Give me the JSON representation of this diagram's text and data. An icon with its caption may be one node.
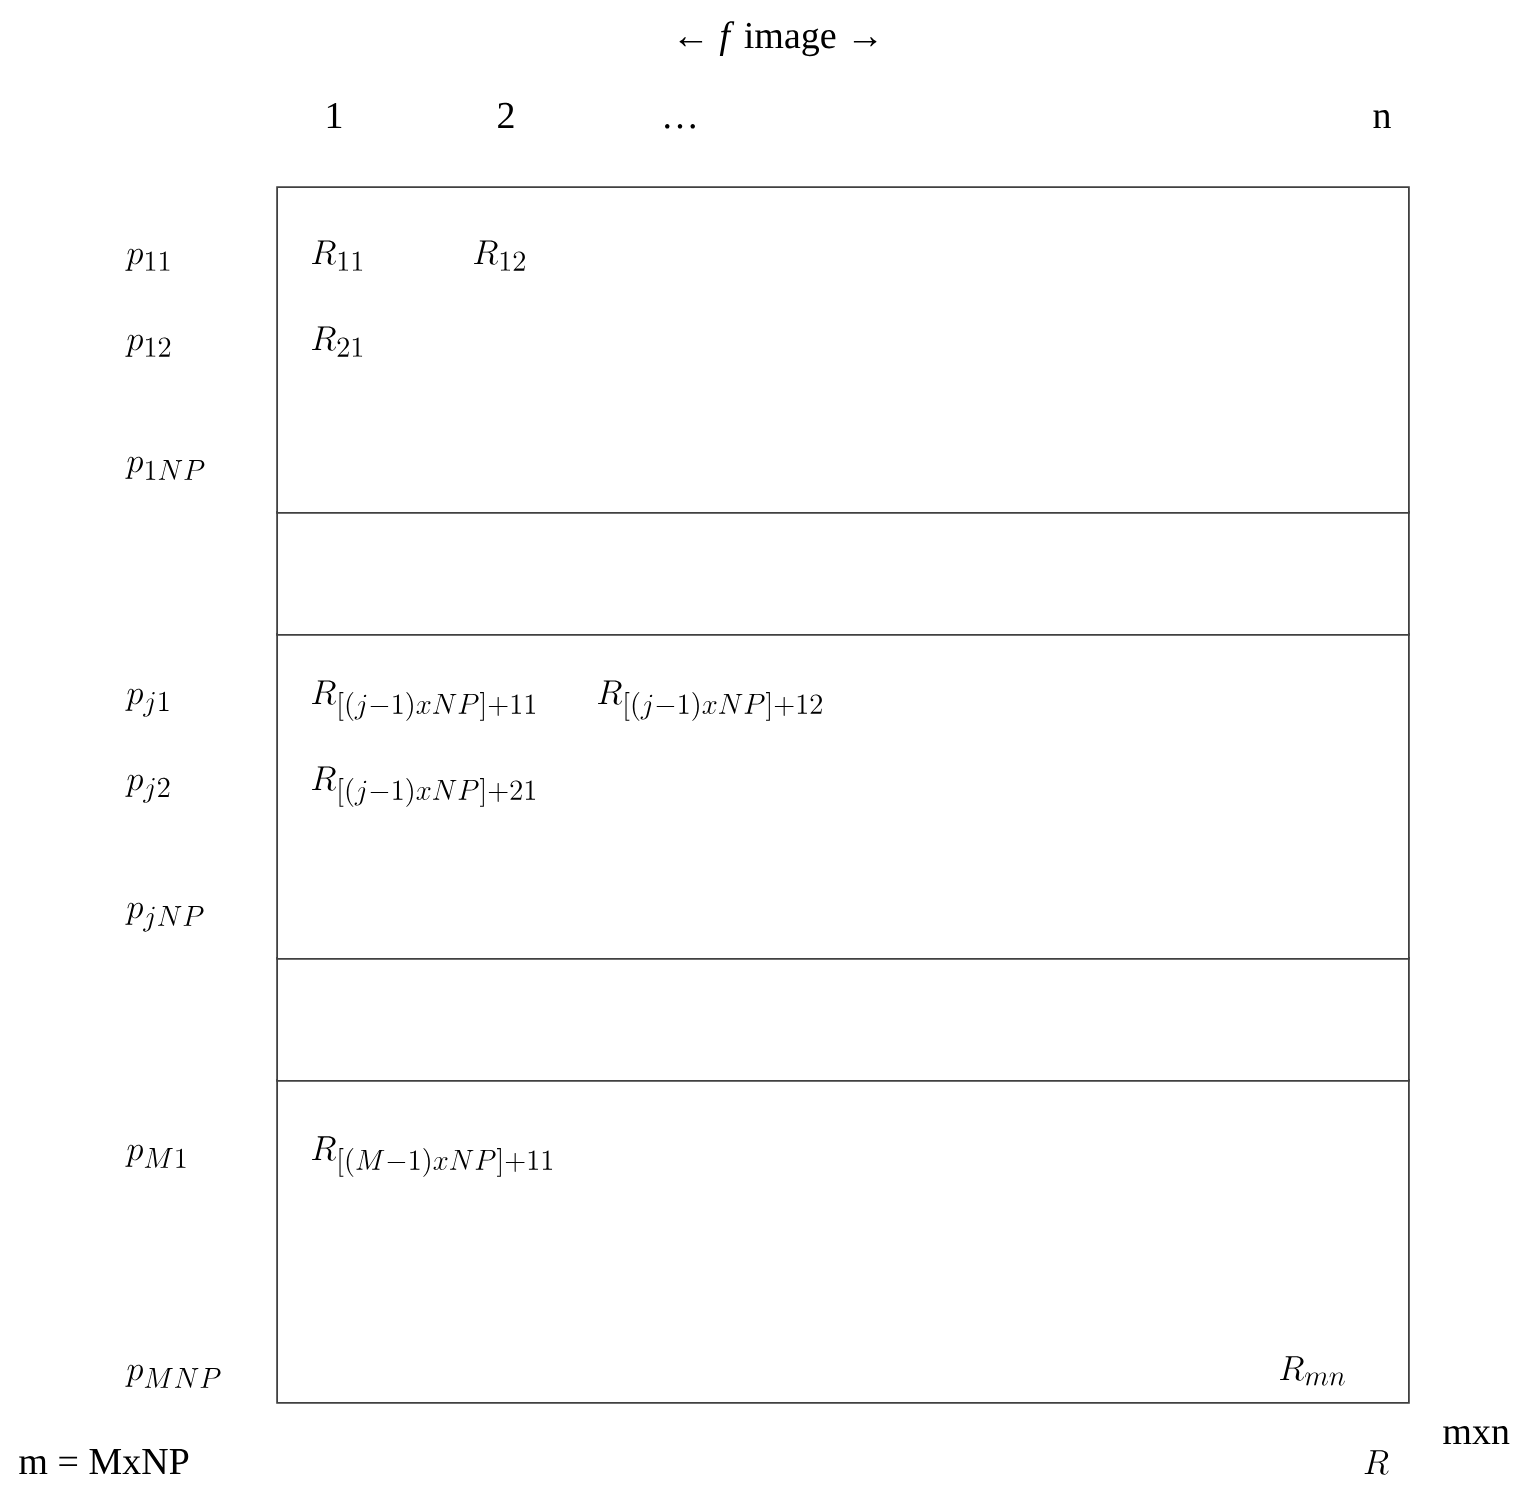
{
  "diagram": {
    "nodes": [
      {
        "text": [
          "R_{11}",
          "R_{12}",
          "R_{21}"
        ]
      },
      {
        "text": [],
        "shape": "band"
      },
      {
        "text": [
          "R_{[(j-1)xNP]+11}",
          "R_{[(j-1)xNP]+12}",
          "R_{[(j-1)xNP]+21}"
        ]
      },
      {
        "text": [],
        "shape": "band"
      },
      {
        "text": [
          "R_{[(M-1)xNP]+11}",
          "R_{mn}"
        ]
      }
    ],
    "labels": [
      "← *f* image →",
      "1",
      "2",
      "…",
      "n",
      "p_{11}",
      "p_{12}",
      "p_{1NP}",
      "p_{j1}",
      "p_{j2}",
      "p_{jNP}",
      "p_{M1}",
      "p_{MNP}",
      "mxn",
      "m = MxNP",
      "R"
    ]
  }
}
